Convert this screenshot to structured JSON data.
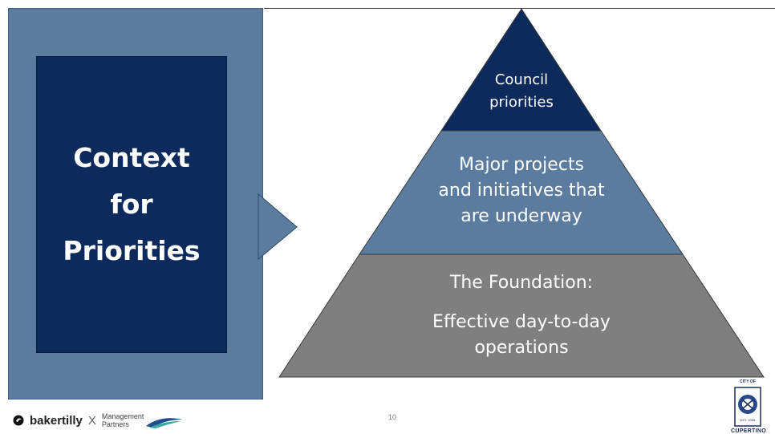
{
  "title_box": {
    "lines": [
      "Context",
      "for",
      "Priorities"
    ]
  },
  "pyramid": {
    "levels": [
      {
        "lines": [
          "Council",
          "priorities"
        ],
        "color": "#0c2a5c"
      },
      {
        "lines": [
          "Major projects",
          "and initiatives that",
          "are underway"
        ],
        "color": "#5b7c9e"
      },
      {
        "lines": [
          "The Foundation:",
          "Effective day-to-day",
          "operations"
        ],
        "color": "#7f7f7f"
      }
    ]
  },
  "colors": {
    "left_panel": "#5b7c9e",
    "title_box": "#0c2a5c",
    "arrow": "#5b7c9e"
  },
  "footer": {
    "brand": "bakertilly",
    "separator": "X",
    "partner_line1": "Management",
    "partner_line2": "Partners",
    "page_number": "10",
    "city_logo_top": "CITY OF",
    "city_logo_bottom": "CUPERTINO",
    "city_seal_text": "EST. 1955"
  }
}
